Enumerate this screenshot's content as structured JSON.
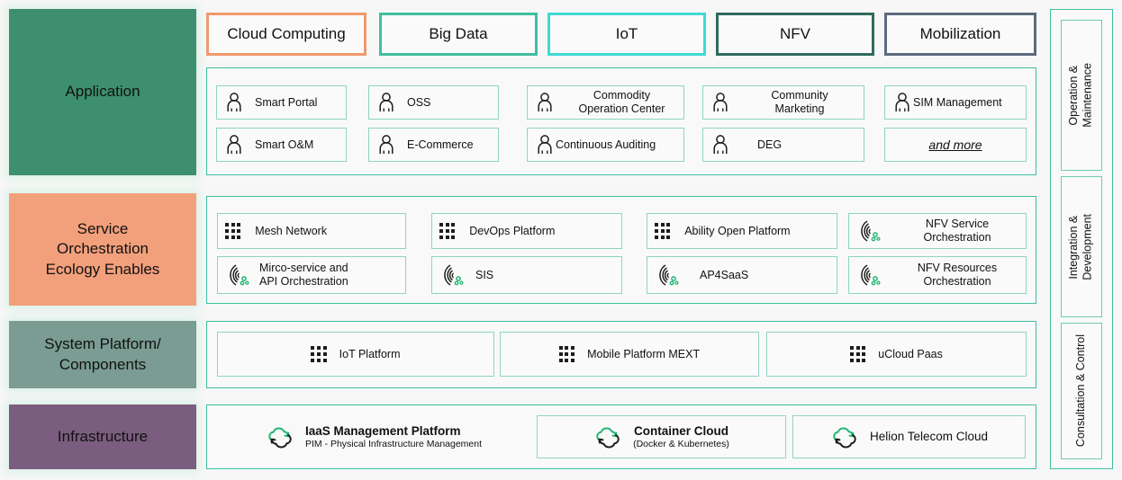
{
  "colors": {
    "teal": "#3fbfa0",
    "teal_light": "#8fd4c4",
    "application_green": "#3d8f70",
    "service_salmon": "#f2a07c",
    "system_graygreen": "#7a9c92",
    "infra_purple": "#7b5d7f",
    "tab_cloud_border": "#f0996d",
    "tab_bigdata_border": "#3fbfa0",
    "tab_iot_border": "#3fd9d4",
    "tab_nfv_border": "#2e6b5c",
    "tab_mobilization_border": "#5b6b7c",
    "page_bg": "#f7f7f7",
    "icon_dark": "#1d1d1d",
    "icon_green": "#22b573"
  },
  "layers": [
    {
      "id": "application",
      "label": "Application"
    },
    {
      "id": "service",
      "label": "Service\nOrchestration\nEcology Enables"
    },
    {
      "id": "system",
      "label": "System Platform/\nComponents"
    },
    {
      "id": "infrastructure",
      "label": "Infrastructure"
    }
  ],
  "domain_tabs": [
    {
      "label": "Cloud Computing",
      "border": "#f0996d"
    },
    {
      "label": "Big Data",
      "border": "#3fbfa0"
    },
    {
      "label": "IoT",
      "border": "#3fd9d4"
    },
    {
      "label": "NFV",
      "border": "#2e6b5c"
    },
    {
      "label": "Mobilization",
      "border": "#5b6b7c"
    }
  ],
  "application_items": [
    {
      "label": "Smart Portal",
      "icon": "person-icon"
    },
    {
      "label": "OSS",
      "icon": "person-icon"
    },
    {
      "label": "Commodity\nOperation Center",
      "icon": "person-icon"
    },
    {
      "label": "Community\nMarketing",
      "icon": "person-icon"
    },
    {
      "label": "SIM Management",
      "icon": "person-icon"
    },
    {
      "label": "Smart O&M",
      "icon": "person-icon"
    },
    {
      "label": "E-Commerce",
      "icon": "person-icon"
    },
    {
      "label": "Continuous Auditing",
      "icon": "person-icon"
    },
    {
      "label": "DEG",
      "icon": "person-icon"
    },
    {
      "label": "and more",
      "icon": "none"
    }
  ],
  "service_items": [
    {
      "label": "Mesh Network",
      "icon": "grid-dots-icon"
    },
    {
      "label": "DevOps Platform",
      "icon": "grid-dots-icon"
    },
    {
      "label": "Ability Open Platform",
      "icon": "grid-dots-icon"
    },
    {
      "label": "NFV Service\nOrchestration",
      "icon": "orchestration-arcs-icon"
    },
    {
      "label": "Mirco-service and\nAPI Orchestration",
      "icon": "orchestration-arcs-icon"
    },
    {
      "label": "SIS",
      "icon": "orchestration-arcs-icon"
    },
    {
      "label": "AP4SaaS",
      "icon": "orchestration-arcs-icon"
    },
    {
      "label": "NFV Resources\nOrchestration",
      "icon": "orchestration-arcs-icon"
    }
  ],
  "system_items": [
    {
      "label": "IoT Platform",
      "icon": "grid-dots-icon"
    },
    {
      "label": "Mobile Platform MEXT",
      "icon": "grid-dots-icon"
    },
    {
      "label": "uCloud Paas",
      "icon": "grid-dots-icon"
    }
  ],
  "infrastructure_items": [
    {
      "title": "IaaS Management Platform",
      "subtitle": "PIM - Physical Infrastructure Management",
      "icon": "cloud-refresh-icon",
      "boxed": false
    },
    {
      "title": "Container Cloud",
      "subtitle": "(Docker & Kubernetes)",
      "icon": "cloud-refresh-icon",
      "boxed": true
    },
    {
      "title": "Helion Telecom Cloud",
      "subtitle": "",
      "icon": "cloud-refresh-icon",
      "boxed": true
    }
  ],
  "rail_panels": [
    {
      "label": "Operation &\nMaintenance"
    },
    {
      "label": "Integration &\nDevelopment"
    },
    {
      "label": "Consultation & Control"
    }
  ]
}
